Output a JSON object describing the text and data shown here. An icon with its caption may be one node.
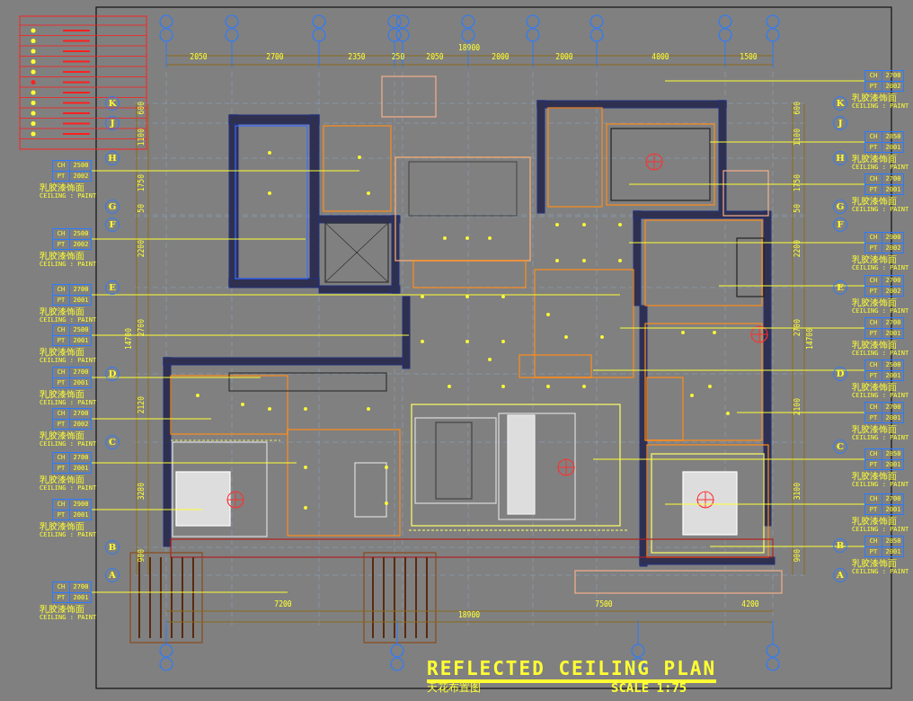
{
  "diagram": {
    "title": "REFLECTED CEILING PLAN",
    "nodes": [
      {
        "text": [
          "CH",
          "2500",
          "PT",
          "2002"
        ],
        "beside": [
          "乳胶漆饰面",
          "CEILING : PAINT"
        ]
      },
      {
        "text": [
          "CH",
          "2500",
          "PT",
          "2002"
        ],
        "beside": [
          "乳胶漆饰面",
          "CEILING : PAINT"
        ]
      },
      {
        "text": [
          "CH",
          "2700",
          "PT",
          "2001"
        ],
        "beside": [
          "乳胶漆饰面",
          "CEILING : PAINT"
        ]
      },
      {
        "text": [
          "CH",
          "2500",
          "PT",
          "2001"
        ],
        "beside": [
          "乳胶漆饰面",
          "CEILING : PAINT"
        ]
      },
      {
        "text": [
          "CH",
          "2700",
          "PT",
          "2001"
        ],
        "beside": [
          "乳胶漆饰面",
          "CEILING : PAINT"
        ]
      },
      {
        "text": [
          "CH",
          "2700",
          "PT",
          "2002"
        ],
        "beside": [
          "乳胶漆饰面",
          "CEILING : PAINT"
        ]
      },
      {
        "text": [
          "CH",
          "2700",
          "PT",
          "2001"
        ],
        "beside": [
          "乳胶漆饰面",
          "CEILING : PAINT"
        ]
      },
      {
        "text": [
          "CH",
          "2900",
          "PT",
          "2001"
        ],
        "beside": [
          "乳胶漆饰面",
          "CEILING : PAINT"
        ]
      },
      {
        "text": [
          "CH",
          "2700",
          "PT",
          "2001"
        ],
        "beside": [
          "乳胶漆饰面",
          "CEILING : PAINT"
        ]
      },
      {
        "text": [
          "CH",
          "2700",
          "PT",
          "2002"
        ],
        "beside": [
          "乳胶漆饰面",
          "CEILING : PAINT"
        ]
      },
      {
        "text": [
          "CH",
          "2850",
          "PT",
          "2001"
        ],
        "beside": [
          "乳胶漆饰面",
          "CEILING : PAINT"
        ]
      },
      {
        "text": [
          "CH",
          "2700",
          "PT",
          "2001"
        ],
        "beside": [
          "乳胶漆饰面",
          "CEILING : PAINT"
        ]
      },
      {
        "text": [
          "CH",
          "2900",
          "PT",
          "2002"
        ],
        "beside": [
          "乳胶漆饰面",
          "CEILING : PAINT"
        ]
      },
      {
        "text": [
          "CH",
          "2700",
          "PT",
          "2002"
        ],
        "beside": [
          "乳胶漆饰面",
          "CEILING : PAINT"
        ]
      },
      {
        "text": [
          "CH",
          "2700",
          "PT",
          "2001"
        ],
        "beside": [
          "乳胶漆饰面",
          "CEILING : PAINT"
        ]
      },
      {
        "text": [
          "CH",
          "2500",
          "PT",
          "2001"
        ],
        "beside": [
          "乳胶漆饰面",
          "CEILING : PAINT"
        ]
      },
      {
        "text": [
          "CH",
          "2700",
          "PT",
          "2001"
        ],
        "beside": [
          "乳胶漆饰面",
          "CEILING : PAINT"
        ]
      },
      {
        "text": [
          "CH",
          "2850",
          "PT",
          "2001"
        ],
        "beside": [
          "乳胶漆饰面",
          "CEILING : PAINT"
        ]
      },
      {
        "text": [
          "CH",
          "2700",
          "PT",
          "2001"
        ],
        "beside": [
          "乳胶漆饰面",
          "CEILING : PAINT"
        ]
      },
      {
        "text": [
          "CH",
          "2850",
          "PT",
          "2001"
        ],
        "beside": [
          "乳胶漆饰面",
          "CEILING : PAINT"
        ]
      }
    ],
    "edges": [
      {
        "from": 0,
        "to": null,
        "arrow": "none"
      },
      {
        "from": 1,
        "to": null,
        "arrow": "none"
      },
      {
        "from": 2,
        "to": null,
        "arrow": "none"
      },
      {
        "from": 3,
        "to": null,
        "arrow": "none"
      },
      {
        "from": 4,
        "to": null,
        "arrow": "none"
      },
      {
        "from": 5,
        "to": null,
        "arrow": "none"
      },
      {
        "from": 6,
        "to": null,
        "arrow": "none"
      },
      {
        "from": 7,
        "to": null,
        "arrow": "none"
      },
      {
        "from": 8,
        "to": null,
        "arrow": "none"
      },
      {
        "from": 9,
        "to": null,
        "arrow": "none"
      },
      {
        "from": 10,
        "to": null,
        "arrow": "none"
      },
      {
        "from": 11,
        "to": null,
        "arrow": "none"
      },
      {
        "from": 12,
        "to": null,
        "arrow": "none"
      },
      {
        "from": 13,
        "to": null,
        "arrow": "none"
      },
      {
        "from": 14,
        "to": null,
        "arrow": "none"
      },
      {
        "from": 15,
        "to": null,
        "arrow": "none"
      },
      {
        "from": 16,
        "to": null,
        "arrow": "none"
      },
      {
        "from": 17,
        "to": null,
        "arrow": "none"
      },
      {
        "from": 18,
        "to": null,
        "arrow": "none"
      },
      {
        "from": 19,
        "to": null,
        "arrow": "none"
      }
    ],
    "labels": [
      "18900",
      "2050",
      "2700",
      "2350",
      "250",
      "2050",
      "2000",
      "2000",
      "4000",
      "1500",
      "K",
      "J",
      "H",
      "G",
      "F",
      "E",
      "D",
      "C",
      "B",
      "A",
      "600",
      "1100",
      "1750",
      "50",
      "2200",
      "2700",
      "2120",
      "3280",
      "900",
      "14700",
      "K",
      "J",
      "H",
      "G",
      "F",
      "E",
      "D",
      "C",
      "B",
      "A",
      "600",
      "1100",
      "1750",
      "50",
      "2200",
      "2700",
      "2100",
      "3100",
      "900",
      "14700",
      "7200",
      "7500",
      "4200",
      "18900",
      "天花布置图",
      "SCALE 1:75"
    ]
  }
}
